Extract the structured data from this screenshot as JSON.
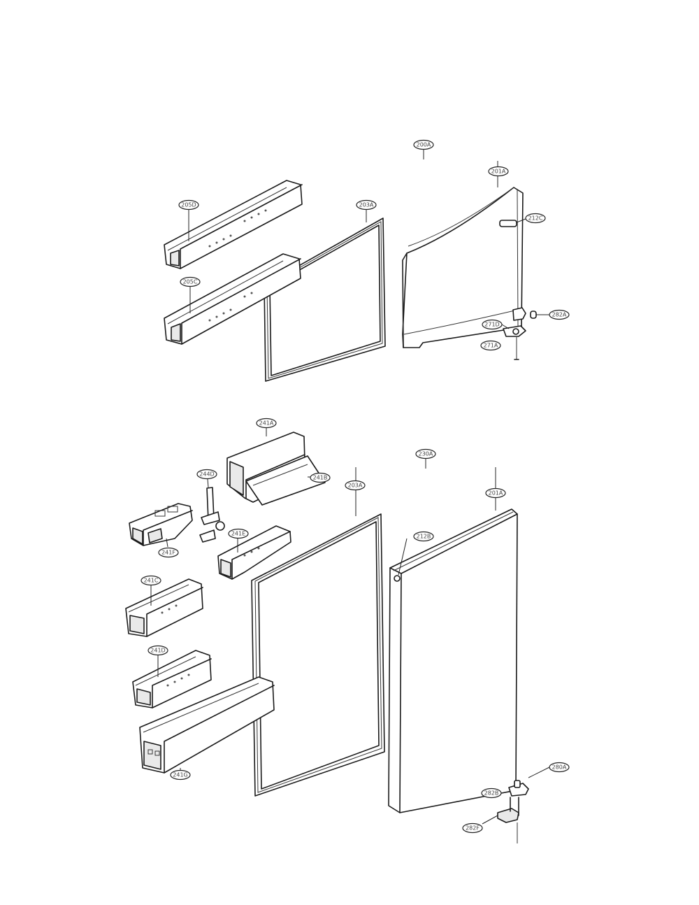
{
  "callouts": [
    {
      "id": "c-200a-top",
      "text": "200A"
    },
    {
      "id": "c-201a-top",
      "text": "201A"
    },
    {
      "id": "c-212c",
      "text": "212C"
    },
    {
      "id": "c-205d",
      "text": "205D"
    },
    {
      "id": "c-205c",
      "text": "205C"
    },
    {
      "id": "c-203a-top",
      "text": "203A"
    },
    {
      "id": "c-282a",
      "text": "282A"
    },
    {
      "id": "c-271d",
      "text": "271D"
    },
    {
      "id": "c-271a",
      "text": "271A"
    },
    {
      "id": "c-241a",
      "text": "241A"
    },
    {
      "id": "c-241b",
      "text": "241B"
    },
    {
      "id": "c-230a",
      "text": "230A"
    },
    {
      "id": "c-244d",
      "text": "244D"
    },
    {
      "id": "c-203a-bottom",
      "text": "203A"
    },
    {
      "id": "c-201a-bottom",
      "text": "201A"
    },
    {
      "id": "c-241f",
      "text": "241F"
    },
    {
      "id": "c-241e",
      "text": "241E"
    },
    {
      "id": "c-241c",
      "text": "241C"
    },
    {
      "id": "c-212b",
      "text": "212B"
    },
    {
      "id": "c-241d",
      "text": "241D"
    },
    {
      "id": "c-241g",
      "text": "241G"
    },
    {
      "id": "c-280a",
      "text": "280A"
    },
    {
      "id": "c-282b",
      "text": "282B"
    },
    {
      "id": "c-282f",
      "text": "282F"
    }
  ]
}
